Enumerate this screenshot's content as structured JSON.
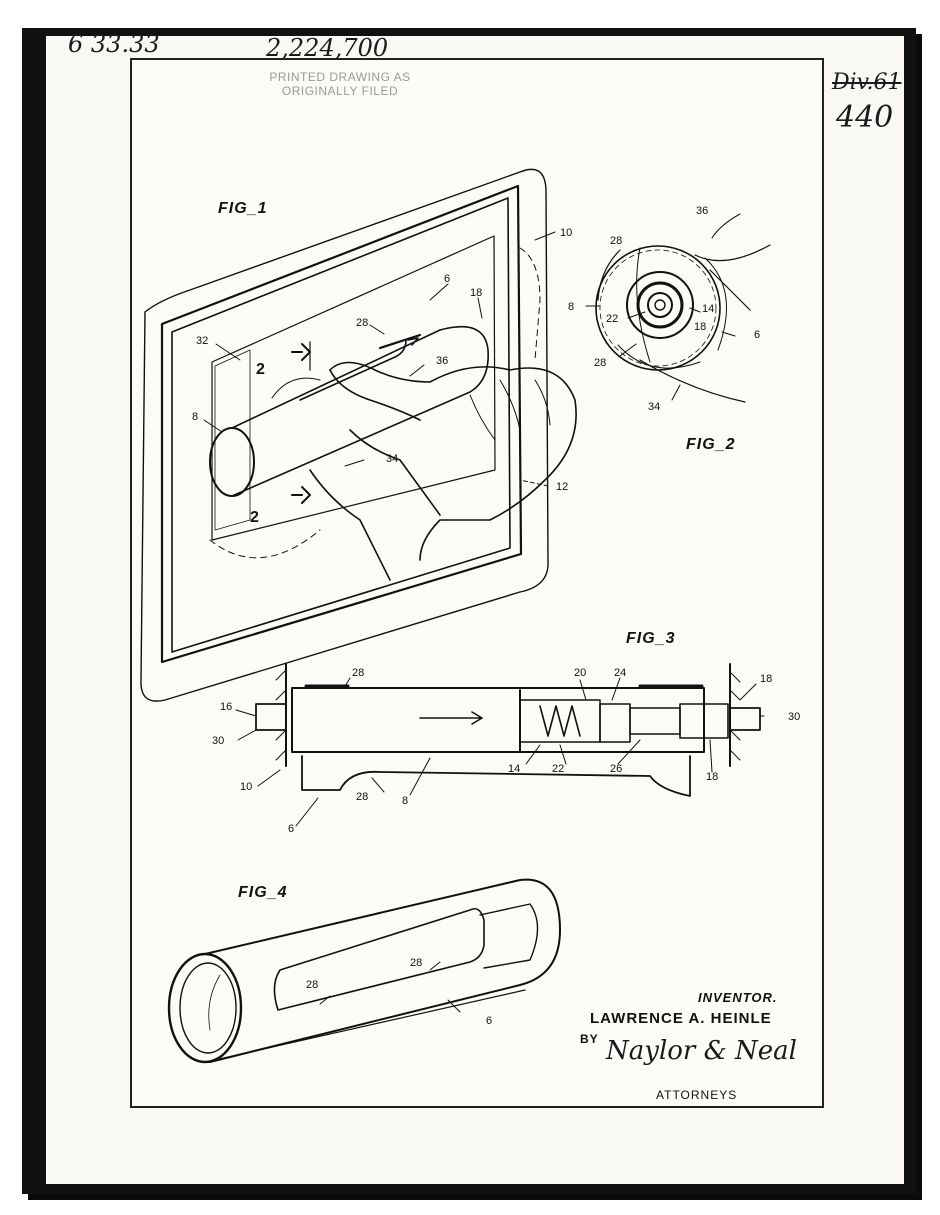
{
  "handwritten": {
    "top_left": "6 33.33",
    "patent_number": "2,224,700",
    "div_struck": "Div.61",
    "div_number": "440"
  },
  "stamp": {
    "line1": "PRINTED DRAWING AS",
    "line2": "ORIGINALLY FILED"
  },
  "figures": {
    "fig1": "FIG_1",
    "fig2": "FIG_2",
    "fig3": "FIG_3",
    "fig4": "FIG_4"
  },
  "labels": {
    "fig1": [
      "10",
      "6",
      "18",
      "28",
      "32",
      "2",
      "8",
      "36",
      "34",
      "12",
      "2"
    ],
    "fig2": [
      "36",
      "28",
      "8",
      "14",
      "22",
      "18",
      "6",
      "28",
      "34"
    ],
    "fig3": [
      "28",
      "20",
      "24",
      "18",
      "16",
      "30",
      "30",
      "10",
      "14",
      "22",
      "26",
      "18",
      "28",
      "8",
      "6"
    ],
    "fig4": [
      "28",
      "28",
      "6"
    ]
  },
  "signature": {
    "inventor_label": "INVENTOR.",
    "inventor_name": "LAWRENCE A. HEINLE",
    "by": "BY",
    "attorney_signature": "Naylor & Neal",
    "attorneys_label": "ATTORNEYS"
  }
}
